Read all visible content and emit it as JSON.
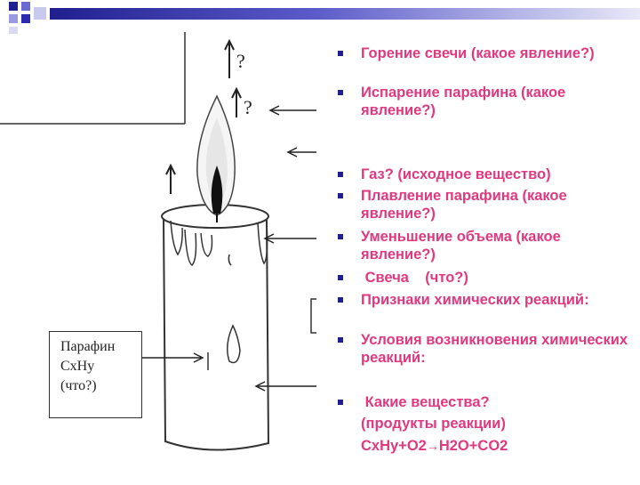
{
  "illustration": {
    "label_lines": [
      "Парафин",
      "CxHy",
      "(что?)"
    ],
    "question_marks": [
      "?",
      "?"
    ]
  },
  "list": [
    {
      "text": "Горение свечи (какое явление?)"
    },
    {
      "text": "Испарение парафина (какое явление?)"
    },
    {
      "text": "Газ? (исходное вещество)"
    },
    {
      "text": "Плавление парафина (какое явление?)"
    },
    {
      "text": "Уменьшение объема (какое явление?)"
    },
    {
      "text": " Свеча    (что?)"
    },
    {
      "text": "Признаки химических реакций:"
    },
    {
      "text": "Условия возникновения химических реакций:"
    },
    {
      "text": " Какие вещества?"
    }
  ],
  "footer_lines": {
    "products": "(продукты реакции)",
    "formula_left": "CxHy+O2",
    "formula_arrow": "→",
    "formula_right": "H2O+CO2"
  },
  "colors": {
    "text": "#e0397f",
    "bullet": "#1f1f8f"
  }
}
